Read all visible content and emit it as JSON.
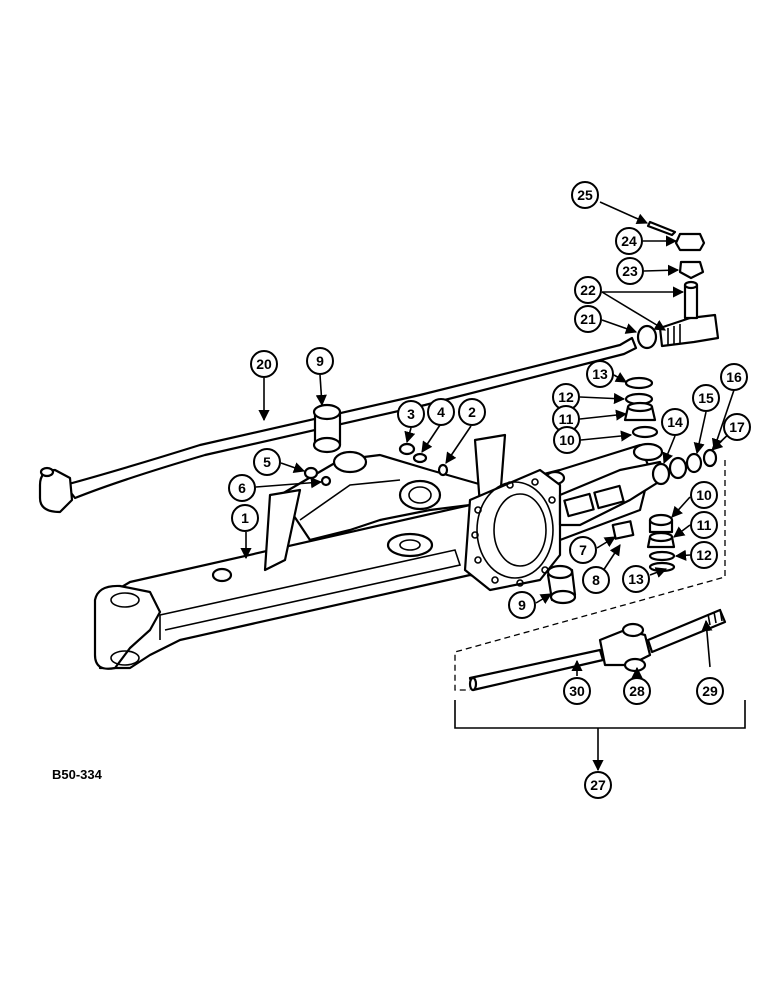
{
  "figure": {
    "reference": "B50-334"
  },
  "callouts": [
    "25",
    "24",
    "23",
    "22",
    "21",
    "20",
    "9",
    "13",
    "12",
    "11",
    "3",
    "4",
    "2",
    "10",
    "16",
    "15",
    "14",
    "17",
    "5",
    "6",
    "1",
    "10",
    "11",
    "7",
    "8",
    "12",
    "13",
    "9",
    "30",
    "28",
    "29",
    "27"
  ],
  "colors": {
    "ink": "#000000",
    "paper": "#ffffff"
  }
}
